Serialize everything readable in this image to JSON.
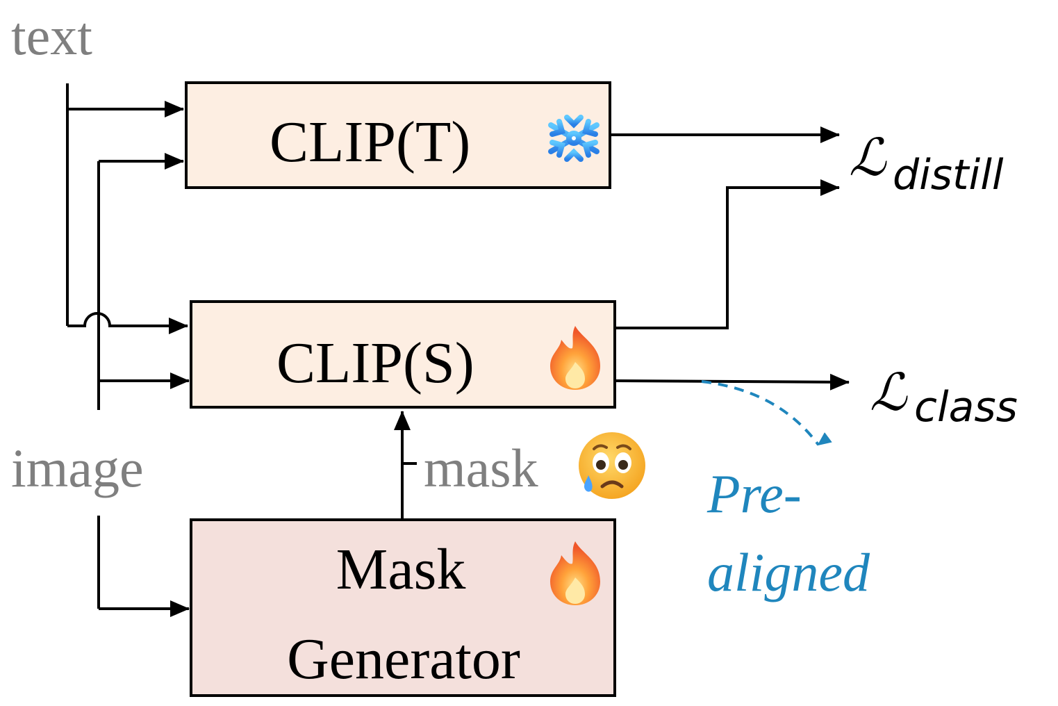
{
  "colors": {
    "gray_label": "#7f7f7f",
    "box_fill_light": "#fdeee2",
    "box_fill_pink": "#f4e0dc",
    "note_blue": "#1f86bd",
    "stroke": "#000000"
  },
  "inputs": {
    "text_label": "text",
    "image_label": "image",
    "mask_label": "mask"
  },
  "boxes": {
    "teacher": {
      "label": "CLIP(T)",
      "icon": "snowflake-icon"
    },
    "student": {
      "label": "CLIP(S)",
      "icon": "fire-icon"
    },
    "generator": {
      "line1": "Mask",
      "line2": "Generator",
      "icon": "fire-icon"
    }
  },
  "mask_icon": "anxious-face-icon",
  "losses": {
    "distill": {
      "symbol": "ℒ",
      "subscript": "distill"
    },
    "class": {
      "symbol": "ℒ",
      "subscript": "class"
    }
  },
  "note": {
    "line1": "Pre-",
    "line2": "aligned"
  }
}
